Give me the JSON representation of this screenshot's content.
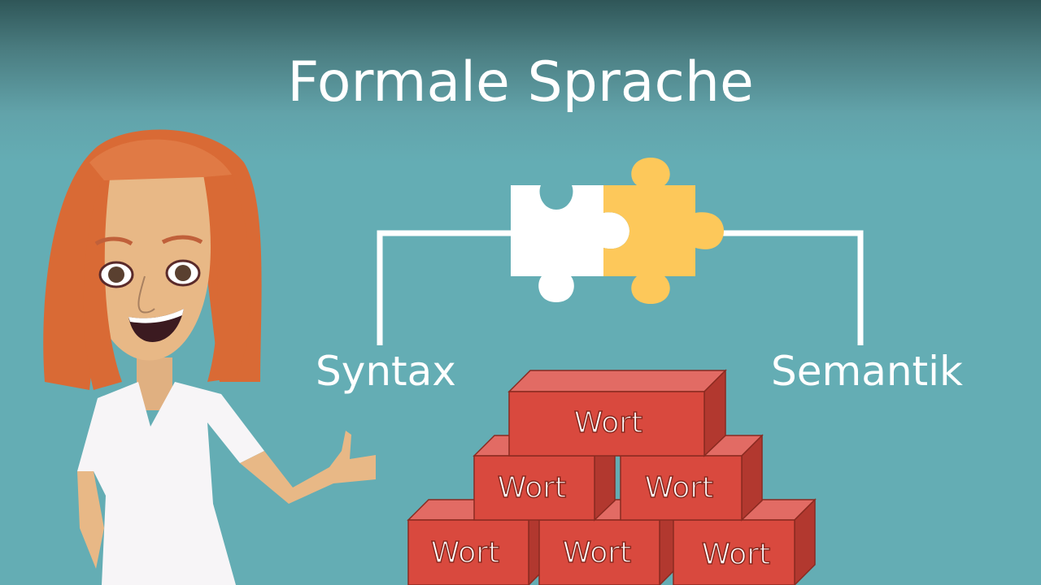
{
  "title": "Formale Sprache",
  "diagram": {
    "left_label": "Syntax",
    "right_label": "Semantik",
    "connector": "puzzle-pieces",
    "bricks": [
      {
        "row": 1,
        "label": "Wort"
      },
      {
        "row": 2,
        "label": "Wort"
      },
      {
        "row": 2,
        "label": "Wort"
      },
      {
        "row": 3,
        "label": "Wort"
      },
      {
        "row": 3,
        "label": "Wort"
      },
      {
        "row": 3,
        "label": "Wort"
      }
    ]
  },
  "colors": {
    "background": "#64adb4",
    "puzzle_left": "#ffffff",
    "puzzle_right": "#fdc85a",
    "brick_front": "#d9493e",
    "brick_top": "#e26b64",
    "brick_side": "#b2382f",
    "hair": "#d96a35"
  }
}
